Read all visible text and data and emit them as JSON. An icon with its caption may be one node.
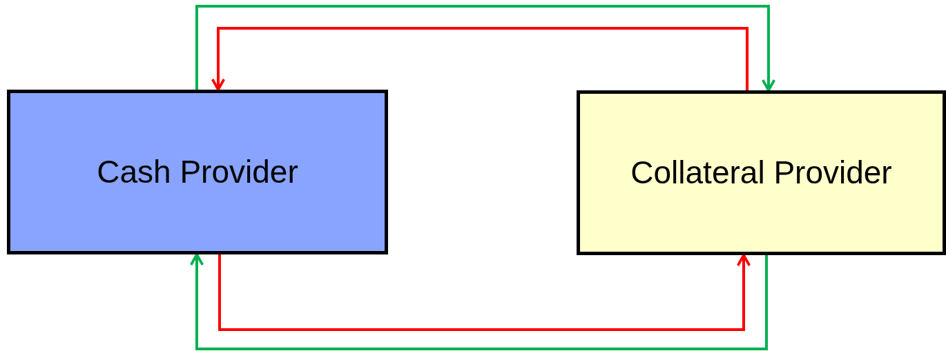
{
  "diagram": {
    "nodes": [
      {
        "text": [
          "Cash Provider"
        ]
      },
      {
        "text": [
          "Collateral Provider"
        ]
      }
    ],
    "edges": [
      {
        "from": 0,
        "to": 1,
        "arrow": "to",
        "color": "#00b050"
      },
      {
        "from": 1,
        "to": 0,
        "arrow": "to",
        "color": "#ff0000"
      },
      {
        "from": 0,
        "to": 1,
        "arrow": "to",
        "color": "#ff0000"
      },
      {
        "from": 1,
        "to": 0,
        "arrow": "to",
        "color": "#00b050"
      }
    ]
  }
}
